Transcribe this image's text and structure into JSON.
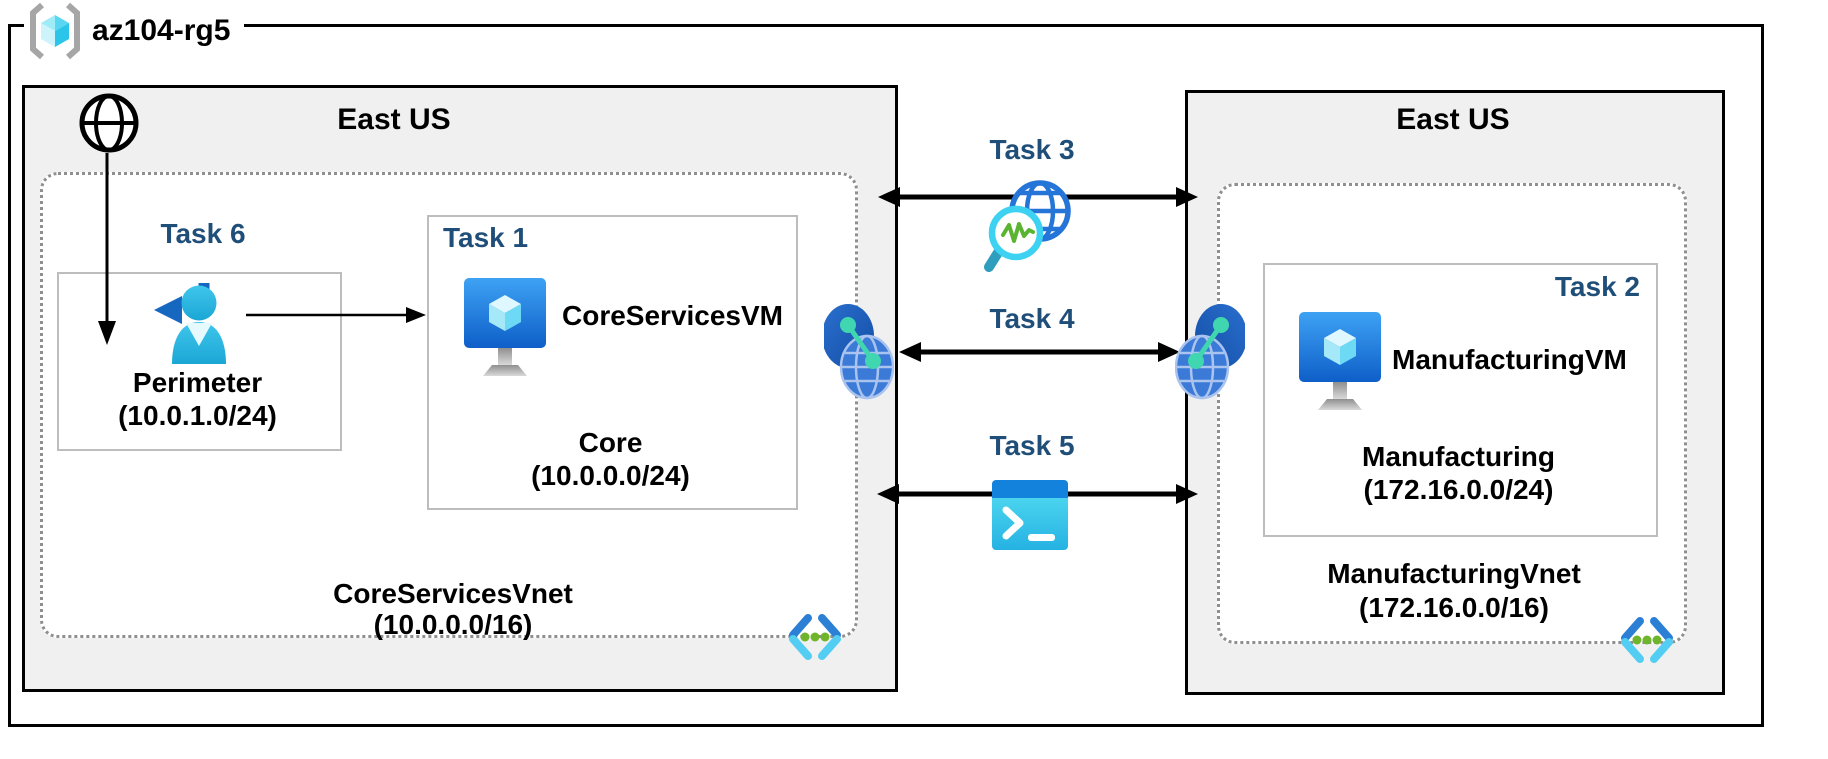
{
  "resource_group": {
    "name": "az104-rg5"
  },
  "left_region": {
    "location": "East US",
    "task6_label": "Task 6",
    "perimeter": {
      "name": "Perimeter",
      "cidr": "(10.0.1.0/24)"
    },
    "task1": {
      "label": "Task 1",
      "vm_name": "CoreServicesVM",
      "subnet_name": "Core",
      "subnet_cidr": "(10.0.0.0/24)"
    },
    "vnet_name": "CoreServicesVnet",
    "vnet_cidr": "(10.0.0.0/16)"
  },
  "right_region": {
    "location": "East US",
    "task2": {
      "label": "Task 2",
      "vm_name": "ManufacturingVM",
      "subnet_name": "Manufacturing",
      "subnet_cidr": "(172.16.0.0/24)"
    },
    "vnet_name": "ManufacturingVnet",
    "vnet_cidr": "(172.16.0.0/16)"
  },
  "connections": [
    {
      "label": "Task 3",
      "icon": "network-watcher-icon"
    },
    {
      "label": "Task 4",
      "icon": "vnet-peering-icon"
    },
    {
      "label": "Task 5",
      "icon": "cloud-shell-icon"
    }
  ],
  "icons": {
    "resource_group": "resource-group-icon",
    "internet": "internet-globe-icon",
    "perimeter_user": "user-signin-icon",
    "virtual_machine": "vm-icon",
    "subnet": "subnet-code-icon",
    "peering": "vnet-peering-icon"
  },
  "colors": {
    "task_label": "#1f4e79",
    "region_fill": "#f0f0f0",
    "vnet_border": "#8f8f8f",
    "vm_blue": "#1061cc",
    "cyan": "#45c8ec",
    "green": "#6fb52c",
    "peering_green": "#40d7b0"
  }
}
